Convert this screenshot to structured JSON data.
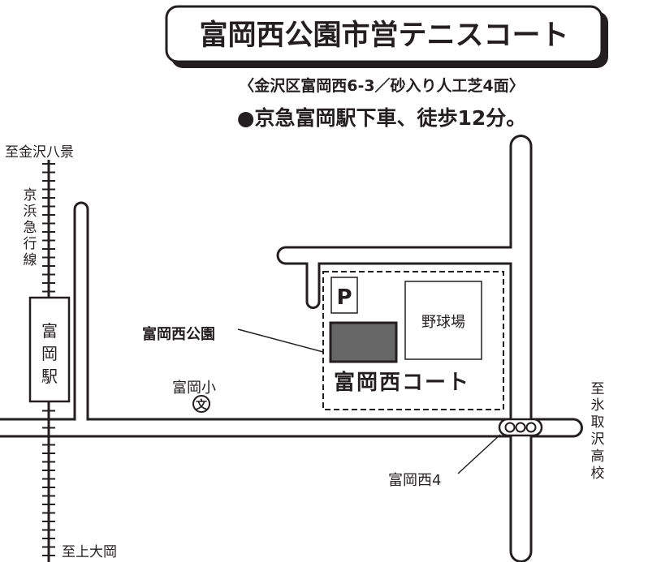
{
  "title": "富岡西公園市営テニスコート",
  "address": "〈金沢区富岡西6-3／砂入り人工芝4面〉",
  "access": "●京急富岡駅下車、徒歩12分。",
  "labels": {
    "to_kanazawa_hakkei": "至金沢八景",
    "keikyu_line": [
      "京",
      "浜",
      "急",
      "行",
      "線"
    ],
    "station": [
      "富",
      "岡",
      "駅"
    ],
    "to_kamiooka": "至上大岡",
    "park": "富岡西公園",
    "school": "富岡小",
    "school_symbol": "文",
    "parking": "P",
    "baseball": "野球場",
    "court": "富岡西コート",
    "intersection": "富岡西4",
    "to_hitorizawa": [
      "至",
      "氷",
      "取",
      "沢",
      "高",
      "校"
    ]
  },
  "colors": {
    "ink": "#231f20",
    "court_fill": "#666666",
    "background": "#ffffff"
  }
}
